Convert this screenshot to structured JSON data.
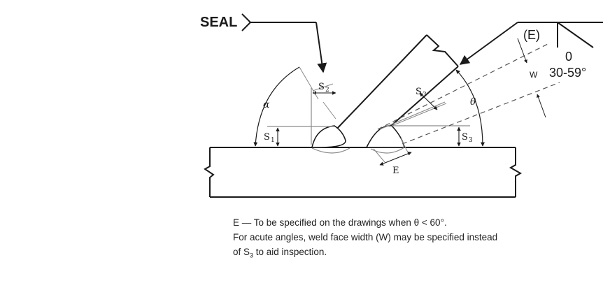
{
  "symbol": {
    "seal_label": "SEAL",
    "e_label": "(E)",
    "root_opening": "0",
    "angle_range": "30-59°"
  },
  "dimensions": {
    "alpha": "α",
    "theta": "θ",
    "s1": "S",
    "s1_sub": "1",
    "s2": "S",
    "s2_sub": "2",
    "s3_upper": "S",
    "s3_upper_sub": "3",
    "s3_lower": "S",
    "s3_lower_sub": "3",
    "e": "E",
    "w": "W"
  },
  "notes": {
    "line1": "E — To be specified on the drawings when θ < 60°.",
    "line2": "For acute angles, weld face width (W) may be specified instead",
    "line3_prefix": "of S",
    "line3_sub": "3",
    "line3_suffix": " to aid inspection."
  },
  "colors": {
    "ink": "#1a1a1a",
    "gray": "#8a8a8a",
    "dash": "#555555"
  }
}
